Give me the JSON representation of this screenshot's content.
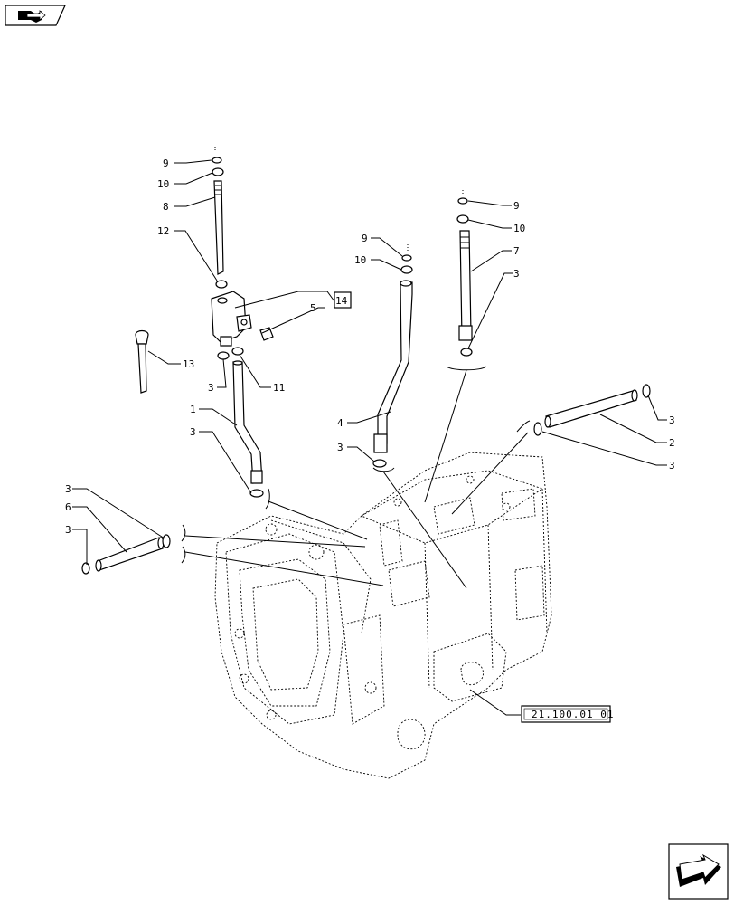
{
  "nav": {
    "prev_icon": "book-arrow-icon",
    "next_icon": "next-page-arrow-icon"
  },
  "callouts": {
    "c9a": "9",
    "c10a": "10",
    "c8": "8",
    "c12": "12",
    "c14": "14",
    "c5": "5",
    "c13": "13",
    "c3a": "3",
    "c11": "11",
    "c1": "1",
    "c3b": "3",
    "c9b": "9",
    "c10b": "10",
    "c4": "4",
    "c3c": "3",
    "c9c": "9",
    "c10c": "10",
    "c7": "7",
    "c3d": "3",
    "c3e": "3",
    "c2": "2",
    "c3f": "3",
    "c3g": "3",
    "c6": "6",
    "c3h": "3"
  },
  "reference": {
    "section_code": "21.100.01 01"
  },
  "colors": {
    "ink": "#000000",
    "background": "#ffffff"
  }
}
